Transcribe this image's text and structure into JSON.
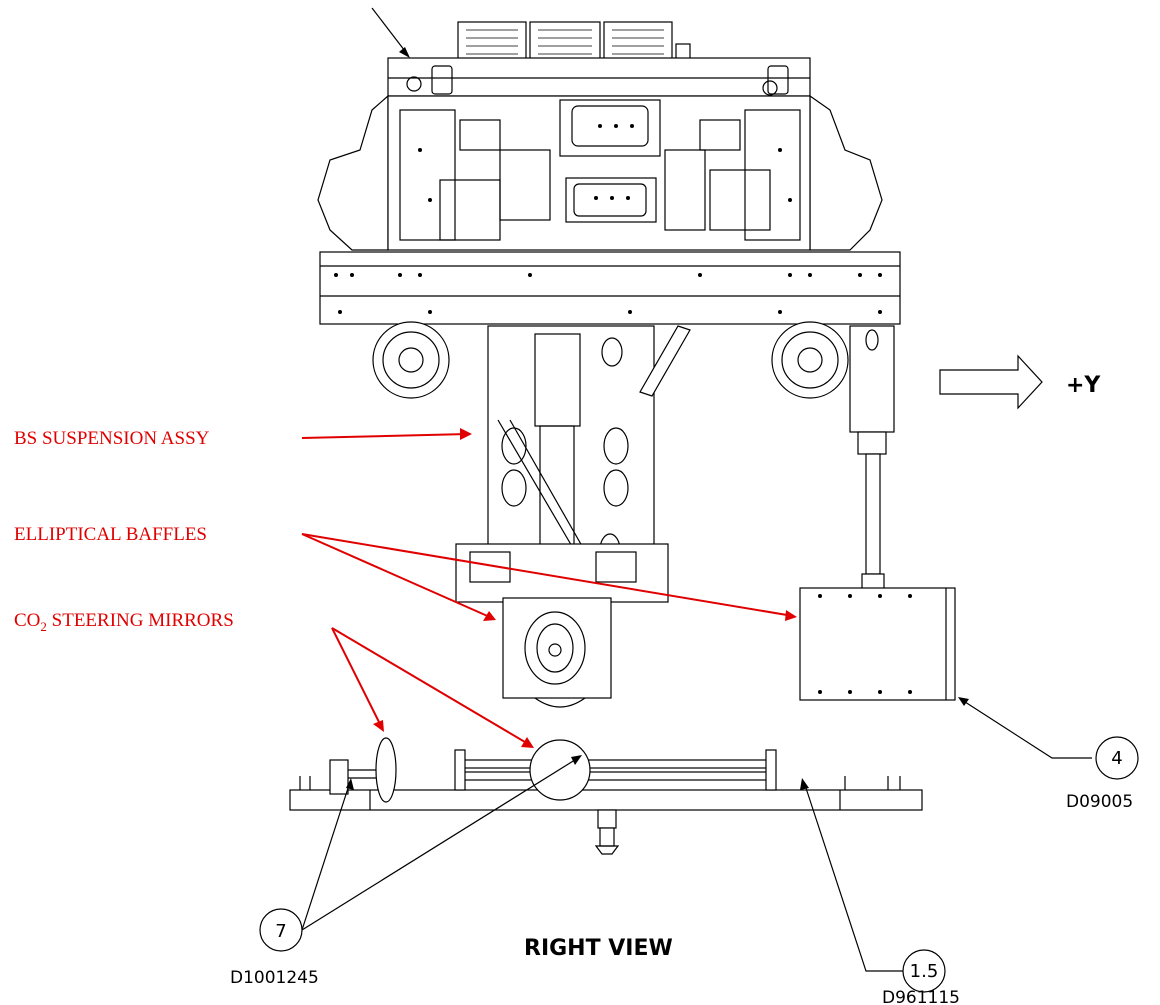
{
  "annotations": {
    "bs_suspension": "BS SUSPENSION ASSY",
    "elliptical_baffles": "ELLIPTICAL BAFFLES",
    "co2_prefix": "CO",
    "co2_subscript": "2",
    "co2_suffix": " STEERING MIRRORS"
  },
  "view_title": "RIGHT VIEW",
  "axis": {
    "label": "+Y"
  },
  "balloons": [
    {
      "item": "4",
      "part": "D09005"
    },
    {
      "item": "7",
      "part": "D1001245"
    },
    {
      "item": "1.5",
      "part": "D961115"
    }
  ],
  "colors": {
    "annotation": "#e00000",
    "line": "#000000",
    "background": "#ffffff"
  }
}
